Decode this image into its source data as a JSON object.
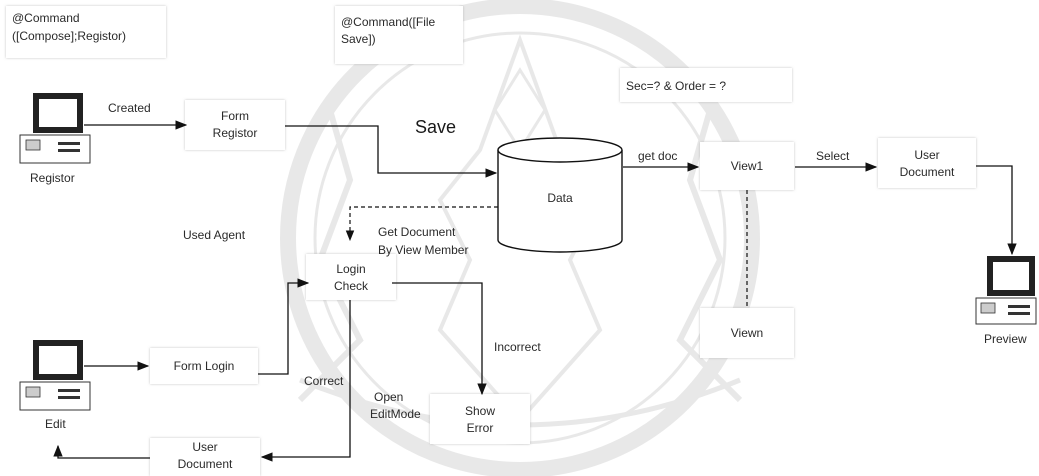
{
  "commands": {
    "compose": [
      "@Command",
      "([Compose];Registor)"
    ],
    "file_save": [
      "@Command([File",
      "Save])"
    ],
    "query": "Sec=? & Order = ?"
  },
  "nodes": {
    "registor": "Registor",
    "edit": "Edit",
    "preview": "Preview",
    "form_registor": [
      "Form",
      "Registor"
    ],
    "save": "Save",
    "data": "Data",
    "view1": "View1",
    "viewn": "Viewn",
    "user_document_top": [
      "User",
      "Document"
    ],
    "login_check": [
      "Login",
      "Check"
    ],
    "form_login": "Form Login",
    "show_error": [
      "Show",
      "Error"
    ],
    "user_document_bottom": [
      "User",
      "Document"
    ]
  },
  "edge_labels": {
    "created": "Created",
    "get_doc": "get doc",
    "select": "Select",
    "used_agent": "Used Agent",
    "get_document": [
      "Get Document",
      "By View Member"
    ],
    "incorrect": "Incorrect",
    "correct": "Correct",
    "open_editmode": [
      "Open",
      "EditMode"
    ]
  }
}
